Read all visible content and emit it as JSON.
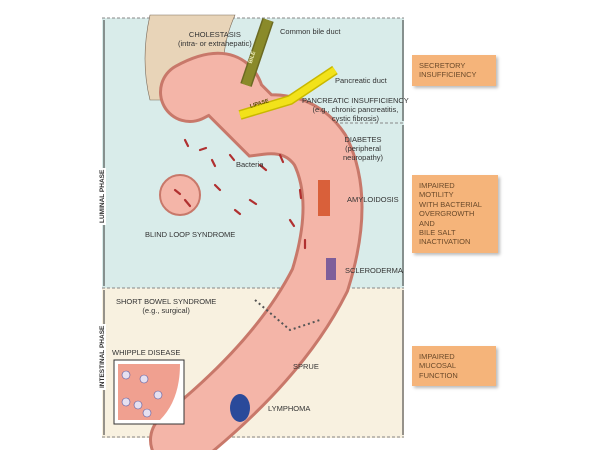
{
  "phases": {
    "luminal": "LUMINAL PHASE",
    "intestinal": "INTESTINAL PHASE"
  },
  "labels": {
    "cholestasis": "CHOLESTASIS",
    "cholestasis_sub": "(intra- or extrahepatic)",
    "common_bile_duct": "Common bile duct",
    "bile": "BILE",
    "lipase": "LIPASE",
    "pancreatic_duct": "Pancreatic duct",
    "pancreatic_insufficiency": "PANCREATIC INSUFFICIENCY",
    "pancreatic_sub1": "(e.g., chronic pancreatitis,",
    "pancreatic_sub2": "cystic fibrosis)",
    "diabetes": "DIABETES",
    "diabetes_sub1": "(peripheral",
    "diabetes_sub2": "neuropathy)",
    "bacteria": "Bacteria",
    "amyloidosis": "AMYLOIDOSIS",
    "blind_loop": "BLIND LOOP SYNDROME",
    "scleroderma": "SCLERODERMA",
    "short_bowel": "SHORT BOWEL SYNDROME",
    "short_bowel_sub": "(e.g., surgical)",
    "whipple": "WHIPPLE DISEASE",
    "sprue": "SPRUE",
    "lymphoma": "LYMPHOMA"
  },
  "boxes": {
    "secretory": [
      "SECRETORY",
      "INSUFFICIENCY"
    ],
    "motility": [
      "IMPAIRED MOTILITY",
      "WITH BACTERIAL",
      "OVERGROWTH AND",
      "BILE SALT",
      "INACTIVATION"
    ],
    "mucosal": [
      "IMPAIRED",
      "MUCOSAL",
      "FUNCTION"
    ]
  },
  "colors": {
    "luminal_bg": "#d9ecea",
    "intestinal_bg": "#f8f1e0",
    "box": "#f5b47a",
    "bowel": "#f4b5a8"
  }
}
